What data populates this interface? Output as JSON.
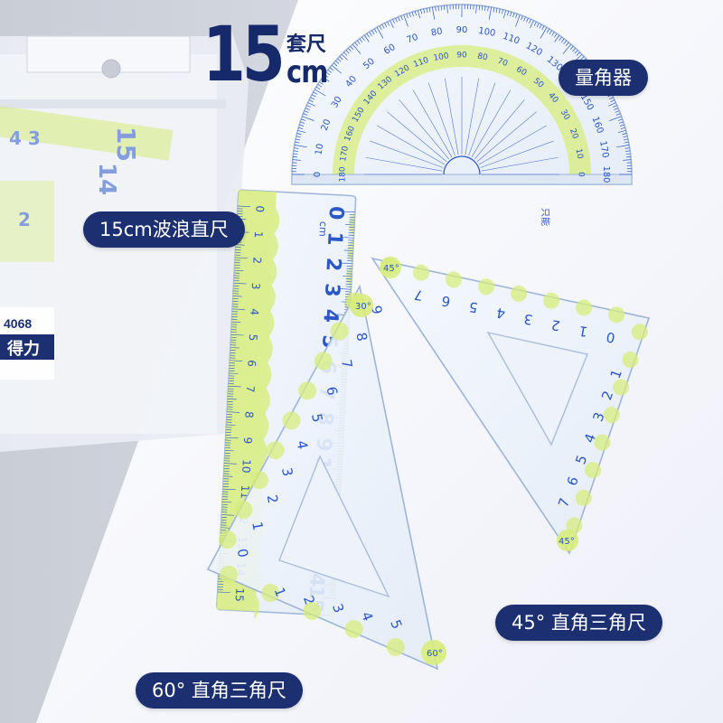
{
  "headline": {
    "number": "15",
    "cn_text": "套尺",
    "unit": "cm"
  },
  "labels": {
    "protractor": "量角器",
    "wave_ruler": "15cm波浪直尺",
    "triangle_45": "45° 直角三角尺",
    "triangle_60": "60° 直角三角尺"
  },
  "package": {
    "model_fragment": "4068",
    "brand_fragment": "得力"
  },
  "protractor": {
    "outer_scale": [
      "0",
      "10",
      "20",
      "30",
      "40",
      "50",
      "60",
      "70",
      "80",
      "90",
      "100",
      "110",
      "120",
      "130",
      "140",
      "150",
      "160",
      "170",
      "180"
    ],
    "inner_scale": [
      "180",
      "170",
      "160",
      "150",
      "140",
      "130",
      "120",
      "110",
      "100",
      "90",
      "80",
      "70",
      "60",
      "50",
      "40",
      "30",
      "20",
      "10",
      "0"
    ],
    "brand": "只能"
  },
  "ruler": {
    "numbers": [
      "0",
      "1",
      "2",
      "3",
      "4",
      "5",
      "6",
      "7",
      "8",
      "9",
      "10",
      "11",
      "12",
      "13",
      "14",
      "15"
    ],
    "unit": "cm"
  },
  "triangle_45": {
    "top_numbers": [
      "7",
      "6",
      "5",
      "4",
      "3",
      "2",
      "1",
      "0"
    ],
    "right_numbers": [
      "1",
      "2",
      "3",
      "4",
      "5",
      "6",
      "7"
    ],
    "angle_mark_top": "45°",
    "angle_mark_bottom": "45°"
  },
  "triangle_60": {
    "vertical_numbers": [
      "9",
      "8",
      "7",
      "6",
      "5",
      "4",
      "3",
      "2",
      "1",
      "0"
    ],
    "bottom_numbers": [
      "1",
      "2",
      "3",
      "4",
      "5"
    ],
    "angle_mark_top": "30°",
    "angle_mark_bottom": "60°"
  },
  "colors": {
    "navy": "#162a6b",
    "pill": "#1b2f71",
    "lime": "#d7ec7c",
    "scale_blue": "#2b57c8",
    "background_light": "#eef0f7",
    "background_shadow": "#cfd3dc"
  }
}
